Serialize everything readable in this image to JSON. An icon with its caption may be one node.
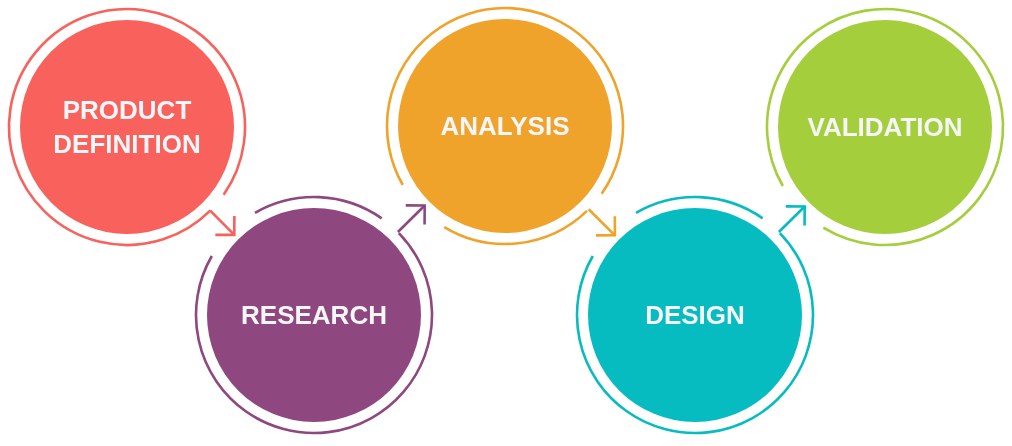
{
  "diagram": {
    "nodes": [
      {
        "text": [
          "PRODUCT DEFINITION"
        ]
      },
      {
        "text": [
          "RESEARCH"
        ]
      },
      {
        "text": [
          "ANALYSIS"
        ]
      },
      {
        "text": [
          "DESIGN"
        ]
      },
      {
        "text": [
          "VALIDATION"
        ]
      }
    ],
    "edges": [
      {
        "from": 0,
        "to": 1,
        "arrow": "to",
        "color": "#f7605b"
      },
      {
        "from": 1,
        "to": 2,
        "arrow": "to",
        "color": "#8e4780"
      },
      {
        "from": 2,
        "to": 3,
        "arrow": "to",
        "color": "#f0a22a"
      },
      {
        "from": 3,
        "to": 4,
        "arrow": "to",
        "color": "#06bbc0"
      }
    ]
  }
}
